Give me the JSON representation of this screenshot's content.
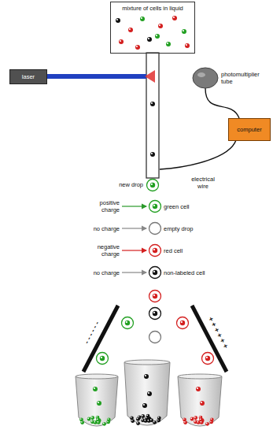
{
  "diagram": {
    "nodes": [
      {
        "text": [
          "mixture of cells in liquid"
        ]
      },
      {
        "text": [
          "laser"
        ]
      },
      {
        "text": [
          "photomultiplier tube"
        ]
      },
      {
        "text": [
          "computer"
        ]
      }
    ],
    "edges": [
      {
        "from": 2,
        "to": 3,
        "arrow": "none"
      }
    ],
    "labels": [
      "new drop",
      "electrical wire",
      "positive charge",
      "green cell",
      "no charge",
      "empty drop",
      "negative charge",
      "red cell",
      "no charge",
      "non-labeled cell",
      "- - - - - -",
      "+ + + + + +"
    ]
  }
}
